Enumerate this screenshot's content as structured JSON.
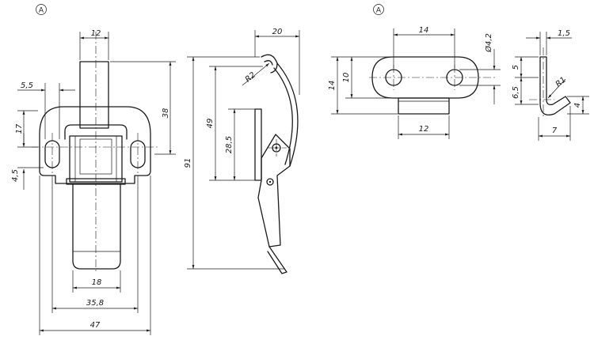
{
  "views": {
    "front": {
      "dims": {
        "top_width": "12",
        "slot_offset": "5,5",
        "height_top": "38",
        "slot_upper": "17",
        "slot_lower": "4,5",
        "inner_width": "18",
        "hole_spacing": "35,8",
        "overall_width": "47"
      }
    },
    "side": {
      "dims": {
        "top_offset": "20",
        "radius": "R2",
        "height_49": "49",
        "height_28": "28,5",
        "overall_height": "91"
      }
    },
    "detail_top": {
      "marker": "A",
      "dims": {
        "width": "14",
        "diameter": "Ø4,2",
        "height_14": "14",
        "height_10": "10",
        "base_width": "12"
      }
    },
    "detail_side": {
      "dims": {
        "thickness": "1,5",
        "five": "5",
        "six_five": "6,5",
        "radius": "R1",
        "four": "4",
        "seven": "7"
      }
    }
  },
  "markers": {
    "main": "A"
  }
}
